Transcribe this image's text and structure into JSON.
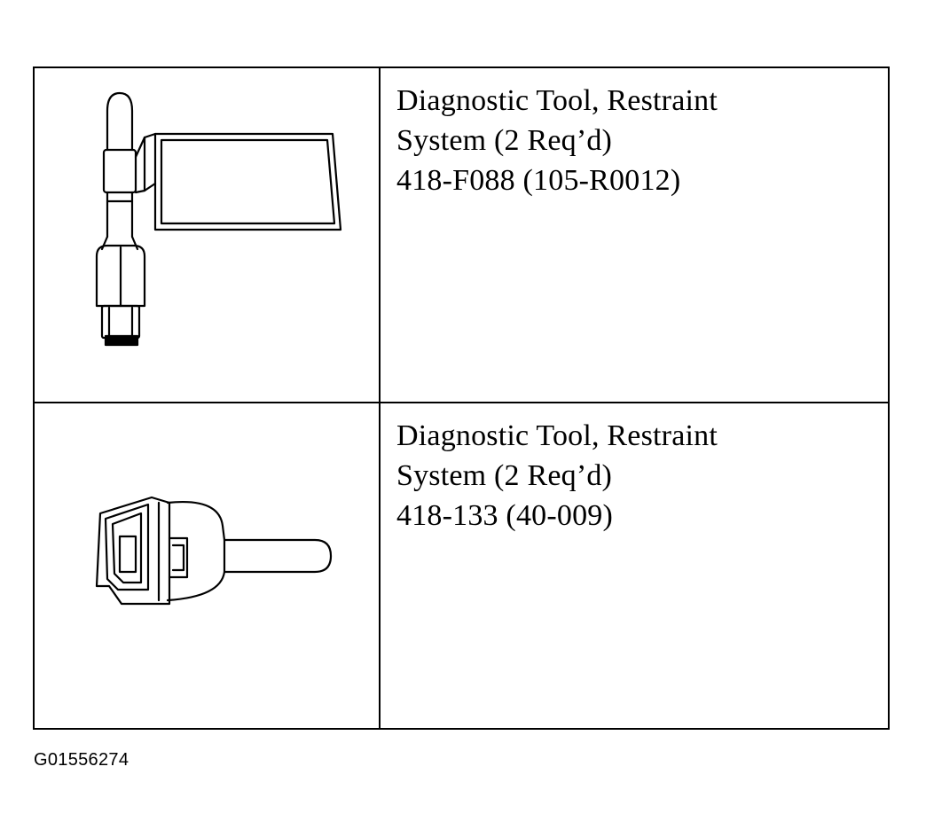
{
  "tools": [
    {
      "icon": "restraint-diagnostic-tool-with-tag-icon",
      "name_line1": "Diagnostic Tool, Restraint",
      "name_line2": "System (2 Req’d)",
      "part_number": "418-F088 (105-R0012)"
    },
    {
      "icon": "restraint-diagnostic-connector-tool-icon",
      "name_line1": "Diagnostic Tool, Restraint",
      "name_line2": "System (2 Req’d)",
      "part_number": "418-133 (40-009)"
    }
  ],
  "figure_id": "G01556274"
}
